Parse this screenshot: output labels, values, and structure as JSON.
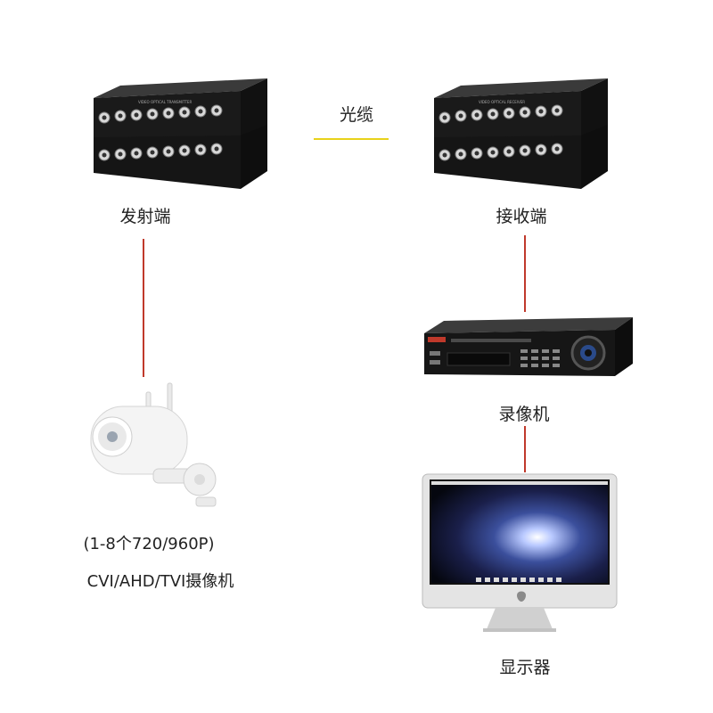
{
  "labels": {
    "transmitter": "发射端",
    "receiver": "接收端",
    "fiber_cable": "光缆",
    "recorder": "录像机",
    "monitor": "显示器",
    "camera_count": "(1-8个720/960P)",
    "camera_type": "CVI/AHD/TVI摄像机"
  },
  "colors": {
    "connector_line": "#c0392b",
    "fiber_line": "#e8d21a",
    "device_body": "#1c1c1c"
  },
  "icons": [
    "optical-transmitter-icon",
    "optical-receiver-icon",
    "dvr-recorder-icon",
    "monitor-icon",
    "camera-icon"
  ]
}
